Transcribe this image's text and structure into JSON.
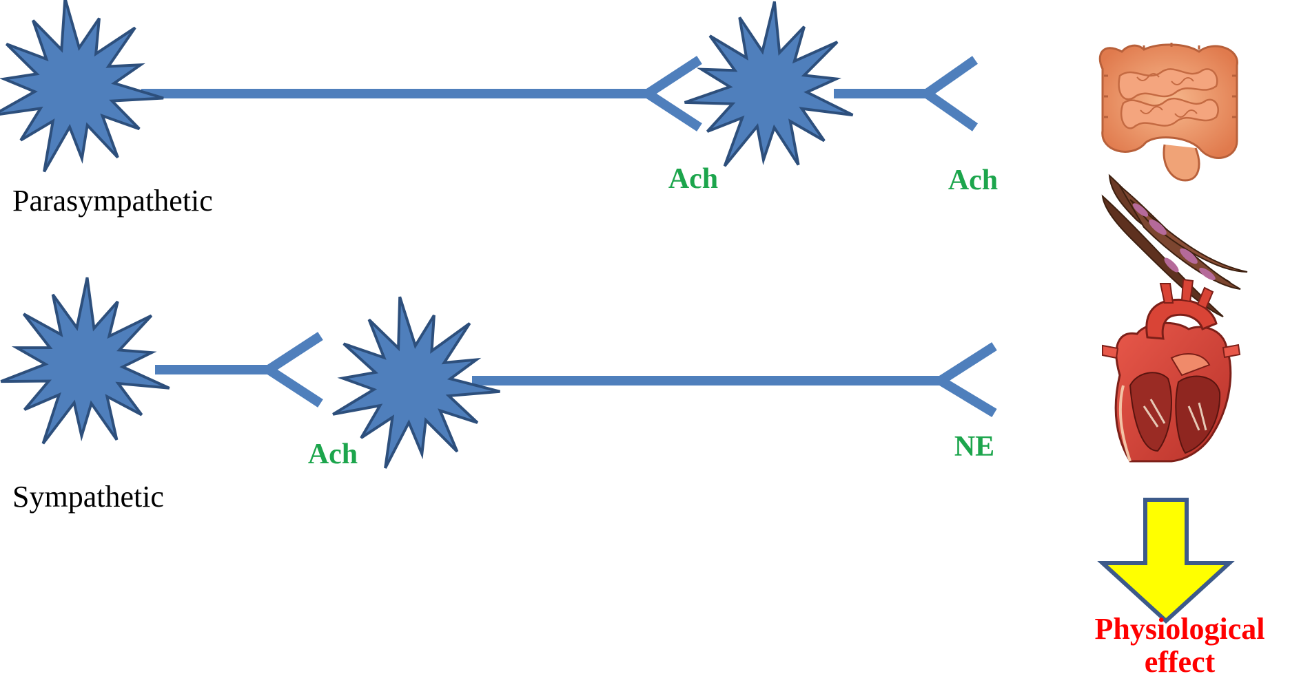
{
  "pathways": {
    "parasympathetic": {
      "label": "Parasympathetic",
      "nt_ganglion": "Ach",
      "nt_effector": "Ach"
    },
    "sympathetic": {
      "label": "Sympathetic",
      "nt_ganglion": "Ach",
      "nt_effector": "NE"
    }
  },
  "effect": {
    "line1": "Physiological",
    "line2": "effect"
  },
  "icons": {
    "organs": [
      "intestine-icon",
      "smooth-muscle-icon",
      "heart-icon"
    ],
    "arrow": "down-arrow-icon"
  },
  "colors": {
    "neuron": "#4f7fbc",
    "neuron_stroke": "#2d4f7c",
    "neurotransmitter": "#1ca54c",
    "effect_text": "#ff0000",
    "arrow_fill": "#ffff00",
    "arrow_stroke": "#3d5a8a"
  }
}
